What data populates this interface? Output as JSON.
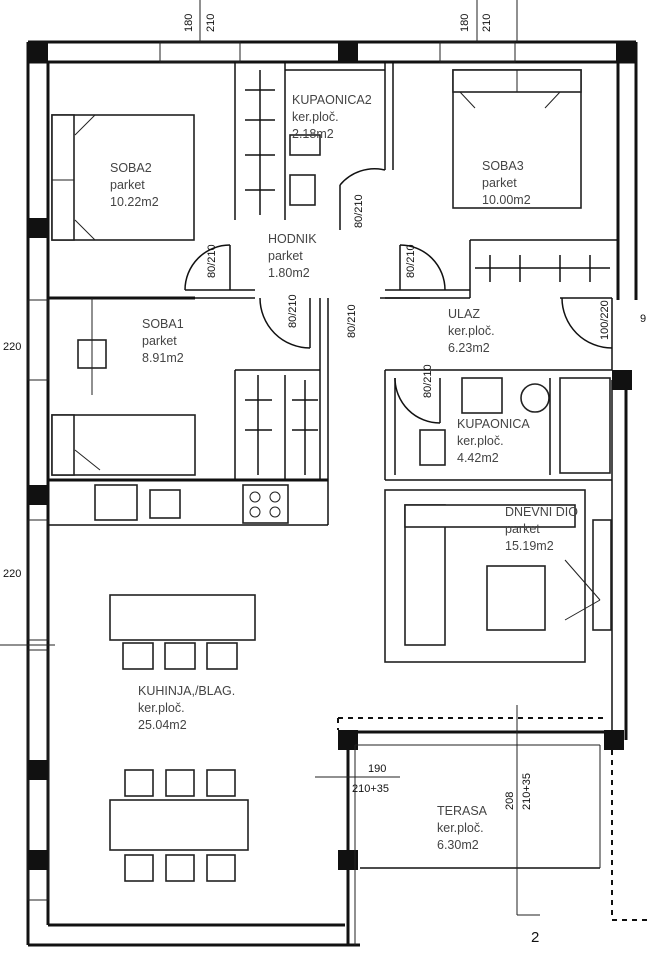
{
  "rooms": {
    "soba2": {
      "name": "SOBA2",
      "floor": "parket",
      "area": "10.22m2"
    },
    "soba3": {
      "name": "SOBA3",
      "floor": "parket",
      "area": "10.00m2"
    },
    "kupaonica2": {
      "name": "KUPAONICA2",
      "floor": "ker.ploč.",
      "area": "2.18m2"
    },
    "hodnik": {
      "name": "HODNIK",
      "floor": "parket",
      "area": "1.80m2"
    },
    "soba1": {
      "name": "SOBA1",
      "floor": "parket",
      "area": "8.91m2"
    },
    "ulaz": {
      "name": "ULAZ",
      "floor": "ker.ploč.",
      "area": "6.23m2"
    },
    "kupaonica": {
      "name": "KUPAONICA",
      "floor": "ker.ploč.",
      "area": "4.42m2"
    },
    "dnevni": {
      "name": "DNEVNI DIO",
      "floor": "parket",
      "area": "15.19m2"
    },
    "kuhinja": {
      "name": "KUHINJA,/BLAG.",
      "floor": "ker.ploč.",
      "area": "25.04m2"
    },
    "terasa": {
      "name": "TERASA",
      "floor": "ker.ploč.",
      "area": "6.30m2"
    }
  },
  "dimensions": {
    "top_left_a": "180",
    "top_left_b": "210",
    "top_right_a": "180",
    "top_right_b": "210",
    "left_upper": "220",
    "left_lower": "220",
    "door_hodnik_left": "80/210",
    "door_hodnik_right": "80/210",
    "door_soba1": "80/210",
    "door_kup2": "80/210",
    "door_hodnik_bottom": "80/210",
    "door_kup": "80/210",
    "entry": "100/220",
    "terasa_width_a": "190",
    "terasa_width_b": "210+35",
    "terasa_vert_a": "208",
    "terasa_vert_b": "210+35",
    "section_mark": "2",
    "right_edge": "9"
  }
}
